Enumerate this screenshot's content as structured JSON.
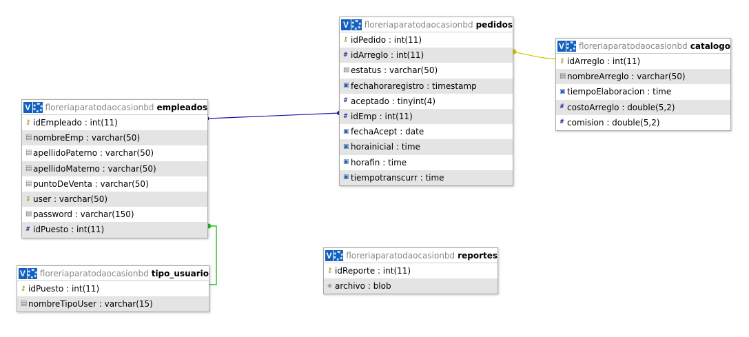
{
  "colors": {
    "header_button": "#1560bd",
    "link_empleados_pedidos": "#1a1aa8",
    "link_pedidos_catalogo": "#d4c400",
    "link_empleados_tipo_usuario": "#22c022",
    "row_alt": "#e4e4e4"
  },
  "tables": {
    "empleados": {
      "db": "floreriaparatodaocasionbd",
      "name": "empleados",
      "v_label": "V",
      "columns": [
        {
          "name": "idEmpleado",
          "type": "int(11)",
          "icon": "primary-key-icon"
        },
        {
          "name": "nombreEmp",
          "type": "varchar(50)",
          "icon": "text-icon"
        },
        {
          "name": "apellidoPaterno",
          "type": "varchar(50)",
          "icon": "text-icon"
        },
        {
          "name": "apellidoMaterno",
          "type": "varchar(50)",
          "icon": "text-icon"
        },
        {
          "name": "puntoDeVenta",
          "type": "varchar(50)",
          "icon": "text-icon"
        },
        {
          "name": "user",
          "type": "varchar(50)",
          "icon": "unique-key-icon"
        },
        {
          "name": "password",
          "type": "varchar(150)",
          "icon": "text-icon"
        },
        {
          "name": "idPuesto",
          "type": "int(11)",
          "icon": "number-icon"
        }
      ]
    },
    "tipo_usuario": {
      "db": "floreriaparatodaocasionbd",
      "name": "tipo_usuario",
      "v_label": "V",
      "columns": [
        {
          "name": "idPuesto",
          "type": "int(11)",
          "icon": "primary-key-icon"
        },
        {
          "name": "nombreTipoUser",
          "type": "varchar(15)",
          "icon": "text-icon"
        }
      ]
    },
    "pedidos": {
      "db": "floreriaparatodaocasionbd",
      "name": "pedidos",
      "v_label": "V",
      "columns": [
        {
          "name": "idPedido",
          "type": "int(11)",
          "icon": "primary-key-icon"
        },
        {
          "name": "idArreglo",
          "type": "int(11)",
          "icon": "number-icon"
        },
        {
          "name": "estatus",
          "type": "varchar(50)",
          "icon": "text-icon"
        },
        {
          "name": "fechahoraregistro",
          "type": "timestamp",
          "icon": "time-icon"
        },
        {
          "name": "aceptado",
          "type": "tinyint(4)",
          "icon": "number-icon"
        },
        {
          "name": "idEmp",
          "type": "int(11)",
          "icon": "number-icon"
        },
        {
          "name": "fechaAcept",
          "type": "date",
          "icon": "time-icon"
        },
        {
          "name": "horainicial",
          "type": "time",
          "icon": "time-icon"
        },
        {
          "name": "horafin",
          "type": "time",
          "icon": "time-icon"
        },
        {
          "name": "tiempotranscurr",
          "type": "time",
          "icon": "time-icon"
        }
      ]
    },
    "catalogo": {
      "db": "floreriaparatodaocasionbd",
      "name": "catalogo",
      "v_label": "V",
      "columns": [
        {
          "name": "idArreglo",
          "type": "int(11)",
          "icon": "primary-key-icon"
        },
        {
          "name": "nombreArreglo",
          "type": "varchar(50)",
          "icon": "text-icon"
        },
        {
          "name": "tiempoElaboracion",
          "type": "time",
          "icon": "time-icon"
        },
        {
          "name": "costoArreglo",
          "type": "double(5,2)",
          "icon": "number-icon"
        },
        {
          "name": "comision",
          "type": "double(5,2)",
          "icon": "number-icon"
        }
      ]
    },
    "reportes": {
      "db": "floreriaparatodaocasionbd",
      "name": "reportes",
      "v_label": "V",
      "columns": [
        {
          "name": "idReporte",
          "type": "int(11)",
          "icon": "primary-key-icon"
        },
        {
          "name": "archivo",
          "type": "blob",
          "icon": "blob-icon"
        }
      ]
    }
  }
}
